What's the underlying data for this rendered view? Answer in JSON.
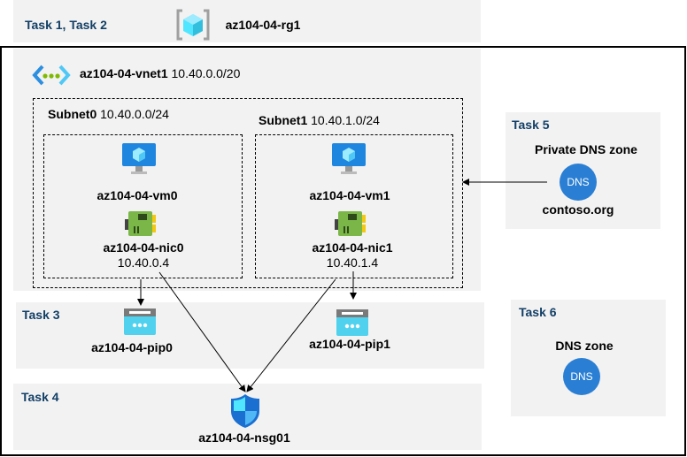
{
  "resource_group": {
    "task": "Task 1, Task 2",
    "name": "az104-04-rg1"
  },
  "vnet": {
    "name": "az104-04-vnet1",
    "cidr": "10.40.0.0/20"
  },
  "subnets": [
    {
      "name": "Subnet0",
      "cidr": "10.40.0.0/24",
      "vm": "az104-04-vm0",
      "nic": "az104-04-nic0",
      "ip": "10.40.0.4"
    },
    {
      "name": "Subnet1",
      "cidr": "10.40.1.0/24",
      "vm": "az104-04-vm1",
      "nic": "az104-04-nic1",
      "ip": "10.40.1.4"
    }
  ],
  "task3": {
    "task": "Task 3",
    "pips": [
      "az104-04-pip0",
      "az104-04-pip1"
    ]
  },
  "task4": {
    "task": "Task 4",
    "nsg": "az104-04-nsg01"
  },
  "task5": {
    "task": "Task 5",
    "title": "Private DNS zone",
    "icon_text": "DNS",
    "zone": "contoso.org"
  },
  "task6": {
    "task": "Task 6",
    "title": "DNS zone",
    "icon_text": "DNS"
  },
  "colors": {
    "task_text": "#123f66",
    "panel": "#f2f2f2",
    "dns": "#2a7fd4"
  }
}
